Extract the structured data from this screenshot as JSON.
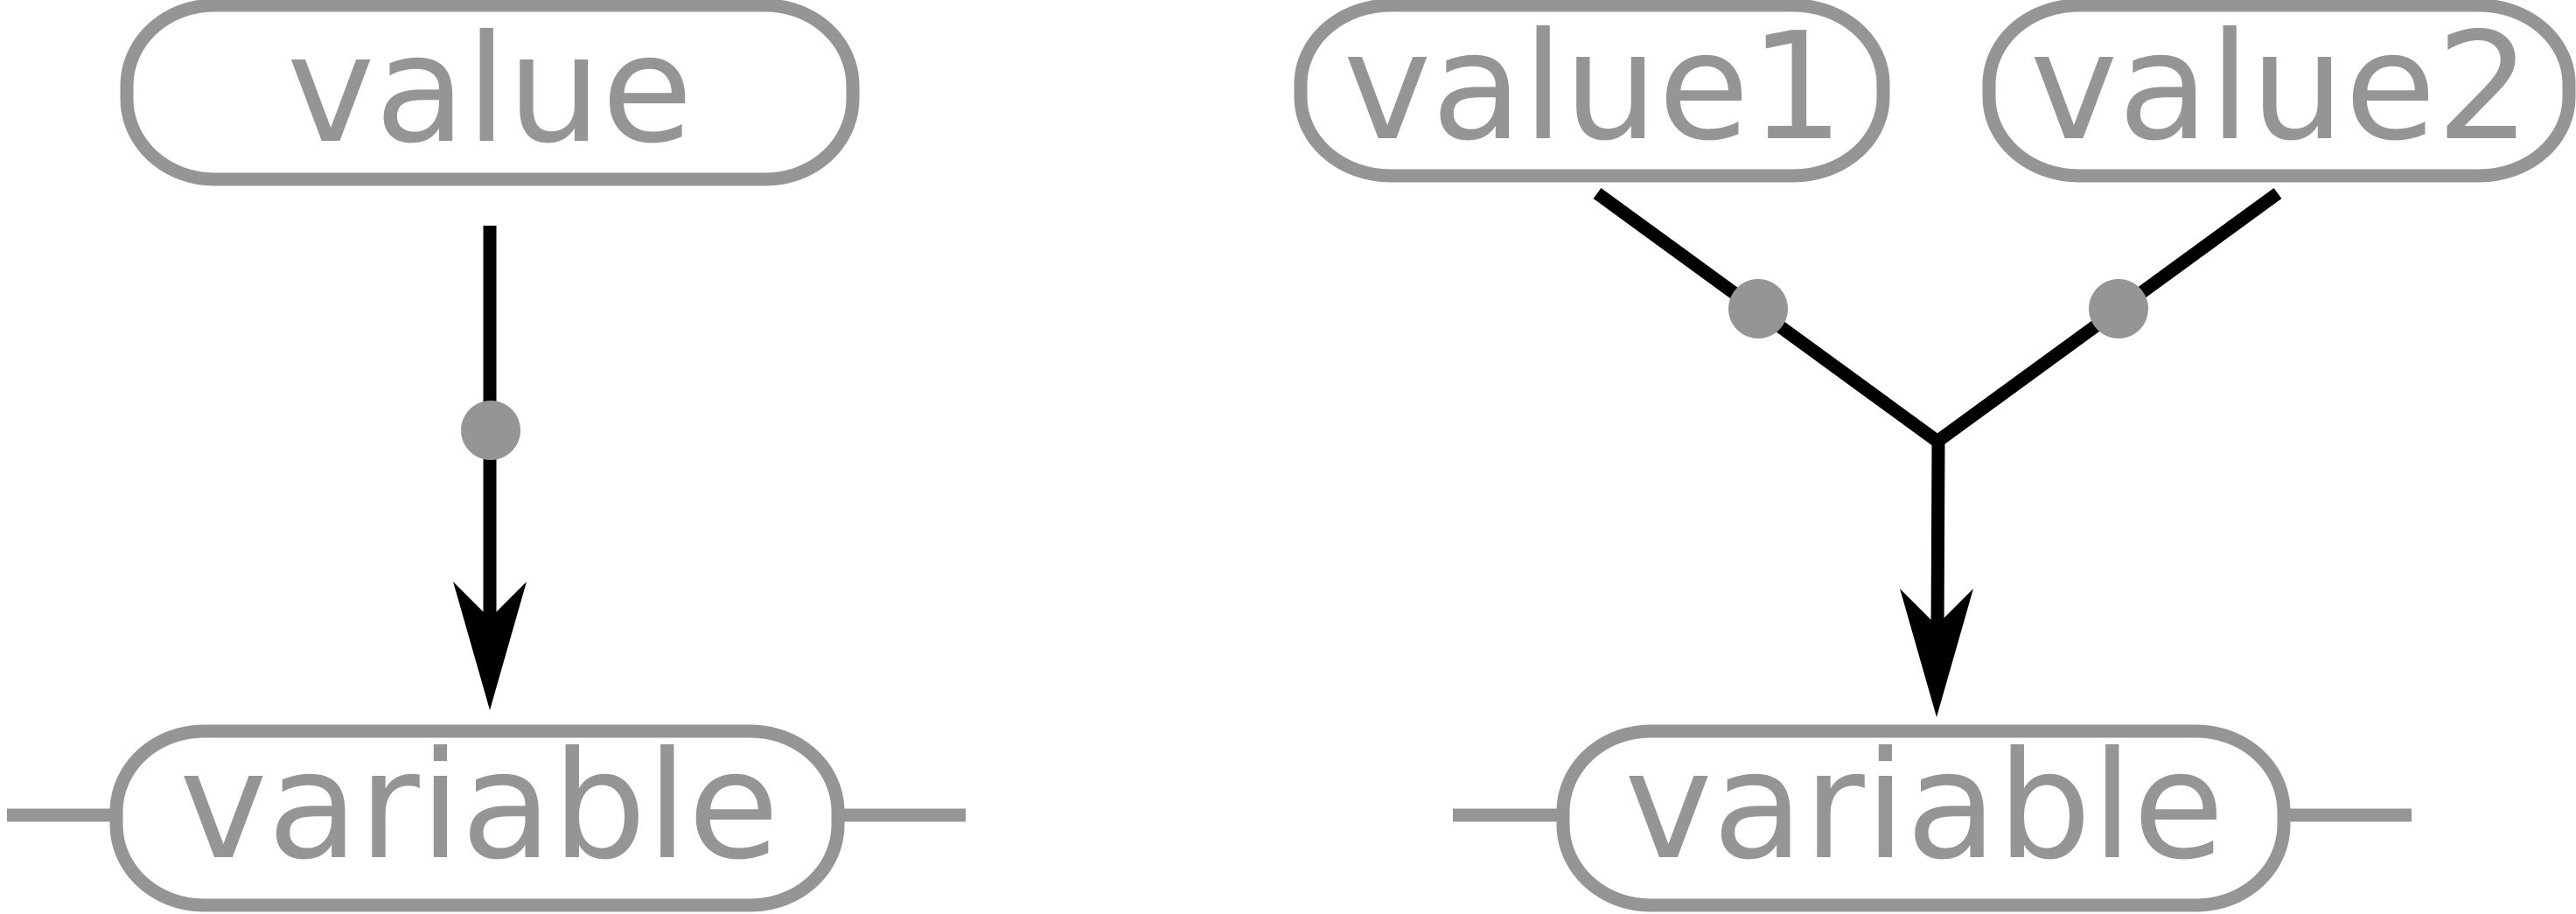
{
  "left_diagram": {
    "source_label": "value",
    "target_label": "variable"
  },
  "right_diagram": {
    "source_1_label": "value1",
    "source_2_label": "value2",
    "target_label": "variable"
  },
  "colors": {
    "node_stroke": "#959595",
    "node_text": "#959595",
    "edge": "#000000",
    "edge_dot": "#959595",
    "background": "#ffffff"
  },
  "icons": {
    "arrow": "arrowhead-down",
    "dot": "filled-circle"
  }
}
